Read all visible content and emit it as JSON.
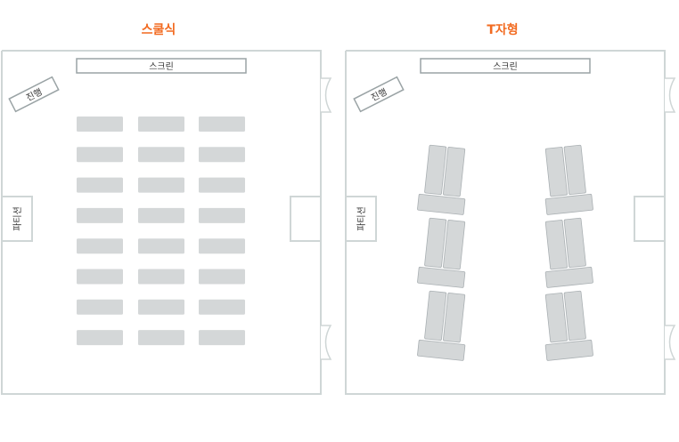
{
  "layouts": [
    {
      "title": "스쿨식",
      "screen_label": "스크린",
      "host_label": "진행",
      "side_label": "파티션",
      "desk_rows": 8,
      "desk_cols": 3
    },
    {
      "title": "T자형",
      "screen_label": "스크린",
      "host_label": "진행",
      "side_label": "파티션",
      "table_groups_per_side": 3
    }
  ],
  "colors": {
    "title": "#f26b21",
    "wall": "#cfd6d6",
    "furniture": "#d4d7d8",
    "furniture_edge": "#aab0b3",
    "label_box": "#9aa3a5"
  }
}
